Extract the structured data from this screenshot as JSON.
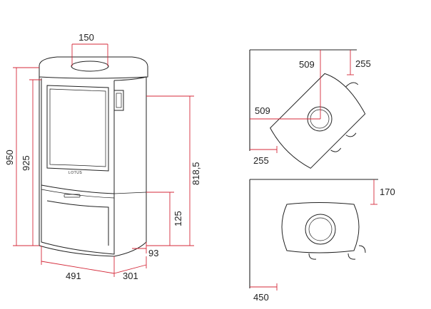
{
  "diagram": {
    "brand_label": "LOTUS",
    "front_view": {
      "dimensions": {
        "flue_diameter": "150",
        "total_height": "950",
        "height_925": "925",
        "flue_height_rear": "818,5",
        "air_inlet_height": "125",
        "depth_offset": "93",
        "width": "491",
        "depth": "301"
      }
    },
    "corner_view": {
      "dimensions": {
        "clearance_back": "509",
        "clearance_side": "509",
        "wall_offset_top": "255",
        "wall_offset_left": "255"
      }
    },
    "wall_view": {
      "dimensions": {
        "clearance_rear": "170",
        "clearance_side": "450"
      }
    },
    "colors": {
      "dimension_lines": "#d42a3a",
      "outline": "#222222",
      "background": "#ffffff"
    }
  }
}
